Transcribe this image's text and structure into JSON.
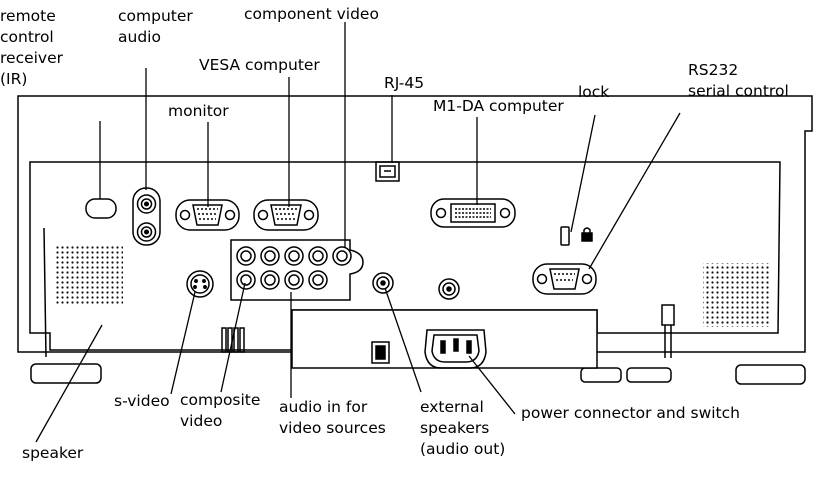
{
  "labels": {
    "remote_control_receiver": "remote\ncontrol\nreceiver\n(IR)",
    "computer_audio": "computer\naudio",
    "component_video": "component video",
    "vesa_computer": "VESA computer",
    "rj45": "RJ-45",
    "monitor": "monitor",
    "m1da_computer": "M1-DA computer",
    "lock": "lock",
    "rs232": "RS232\nserial control",
    "s_video": "s-video",
    "composite_video": "composite\nvideo",
    "audio_in": "audio in for\nvideo sources",
    "external_speakers": "external\nspeakers\n(audio out)",
    "power_connector": "power connector and switch",
    "speaker": "speaker"
  },
  "colors": {
    "line": "#000000",
    "body_fill": "#ffffff",
    "grille": "#111111"
  }
}
